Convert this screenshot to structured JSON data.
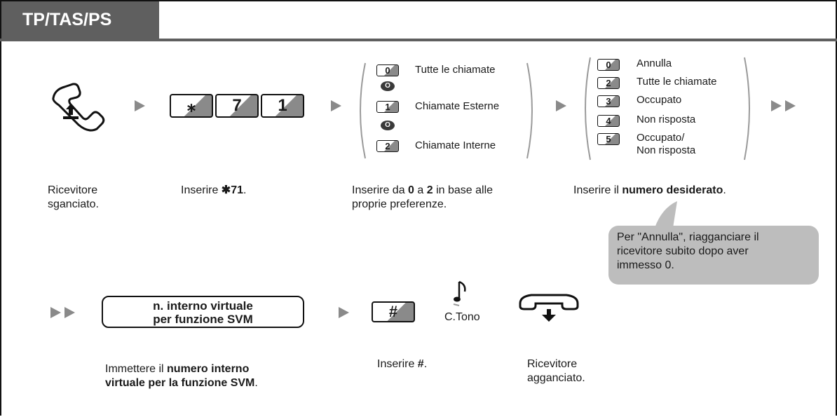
{
  "header": {
    "title": "TP/TAS/PS"
  },
  "steps_row1": {
    "offhook": {
      "label_1": "Ricevitore",
      "label_2": "sganciato."
    },
    "feature": {
      "keys": [
        "⁎",
        "7",
        "1"
      ],
      "label_pre": "Inserire ",
      "label_bold": "✱71",
      "label_post": "."
    },
    "call_type": {
      "options": [
        {
          "key": "0",
          "text": "Tutte le chiamate"
        },
        {
          "key": "1",
          "text": "Chiamate Esterne"
        },
        {
          "key": "2",
          "text": "Chiamate Interne"
        }
      ],
      "or_symbol": "O",
      "label_a": "Inserire da ",
      "label_b": "0",
      "label_c": " a ",
      "label_d": "2",
      "label_e": " in base alle",
      "label_f": "proprie preferenze."
    },
    "number": {
      "options": [
        {
          "key": "0",
          "text": "Annulla"
        },
        {
          "key": "2",
          "text": "Tutte le chiamate"
        },
        {
          "key": "3",
          "text": "Occupato"
        },
        {
          "key": "4",
          "text": "Non risposta"
        },
        {
          "key": "5",
          "text": "Occupato/",
          "text2": "Non risposta"
        }
      ],
      "label_pre": "Inserire il ",
      "label_bold": "numero desiderato",
      "label_post": "."
    },
    "note": {
      "line1": "Per \"Annulla\", riagganciare il",
      "line2": "ricevitore subito dopo aver",
      "line3": "immesso 0."
    }
  },
  "steps_row2": {
    "svm": {
      "box_line1": "n. interno virtuale",
      "box_line2": "per funzione SVM",
      "label_pre": "Immettere il ",
      "label_bold1": "numero interno",
      "label_bold2": "virtuale per la funzione SVM",
      "label_post": "."
    },
    "hash": {
      "key": "#",
      "label_pre": "Inserire ",
      "label_bold": "#",
      "label_post": "."
    },
    "tone": {
      "label": "C.Tono"
    },
    "onhook": {
      "label_1": "Ricevitore",
      "label_2": "agganciato."
    }
  },
  "colors": {
    "header_bg": "#5f5f5f",
    "arrow": "#8a8a8a",
    "note_bg": "#bdbdbd"
  }
}
